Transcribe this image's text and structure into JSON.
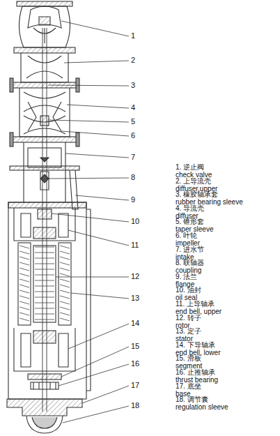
{
  "diagram": {
    "labels": [
      "1",
      "2",
      "3",
      "4",
      "5",
      "6",
      "7",
      "8",
      "9",
      "10",
      "11",
      "12",
      "13",
      "14",
      "15",
      "16",
      "17",
      "18",
      "1. 逆止阀",
      "check valve",
      "2. 上导流壳",
      "diffuser,upper",
      "3. 橡胶轴承套",
      "rubber bearing sleeve",
      "4. 导流壳",
      "diffuser",
      "5. 锥形套",
      "taper sleeve",
      "6. 叶轮",
      "impeller",
      "7. 进水节",
      "intake",
      "8. 联轴器",
      "coupling",
      "9. 法兰",
      "flange",
      "10. 油封",
      "oil seal",
      "11. 上导轴承",
      "end bell, upper",
      "12. 转子",
      "rotor",
      "13. 定子",
      "stator",
      "14. 下导轴承",
      "end bell, lower",
      "15. 滑板",
      "segment",
      "16. 止推轴承",
      "thrust bearing",
      "17. 底坐",
      "base",
      "18. 调节囊",
      "regulation sleeve"
    ]
  }
}
